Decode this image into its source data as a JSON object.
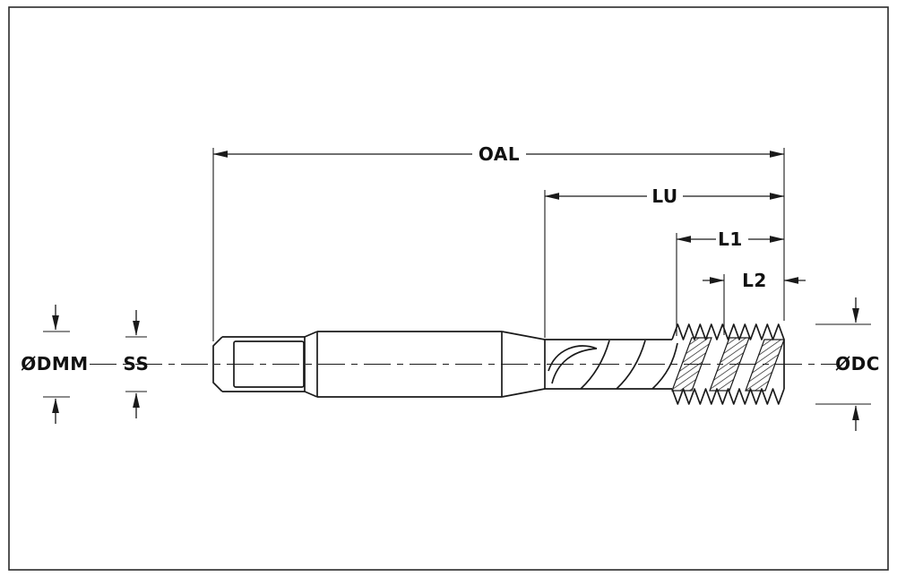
{
  "diagram": {
    "labels": {
      "oal": "OAL",
      "lu": "LU",
      "l1": "L1",
      "l2": "L2",
      "shank_diameter": "ØDMM",
      "square": "SS",
      "cutting_diameter": "ØDC"
    },
    "colors": {
      "line": "#1a1a1a",
      "background": "#ffffff"
    }
  }
}
